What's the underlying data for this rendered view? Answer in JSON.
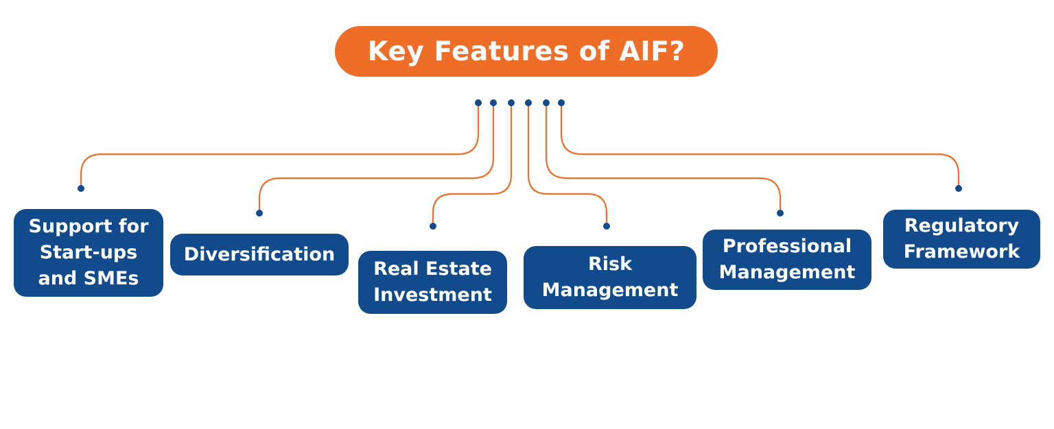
{
  "title": "Key Features of AIF?",
  "colors": {
    "title_bg": "#ef6e27",
    "box_bg": "#124b8c",
    "connector": "#ef6e27",
    "dot": "#124b8c"
  },
  "features": [
    {
      "lines": [
        "Support for",
        "Start-ups",
        "and SMEs"
      ]
    },
    {
      "lines": [
        "Diversification"
      ]
    },
    {
      "lines": [
        "Real Estate",
        "Investment"
      ]
    },
    {
      "lines": [
        "Risk",
        "Management"
      ]
    },
    {
      "lines": [
        "Professional",
        "Management"
      ]
    },
    {
      "lines": [
        "Regulatory",
        "Framework"
      ]
    }
  ]
}
